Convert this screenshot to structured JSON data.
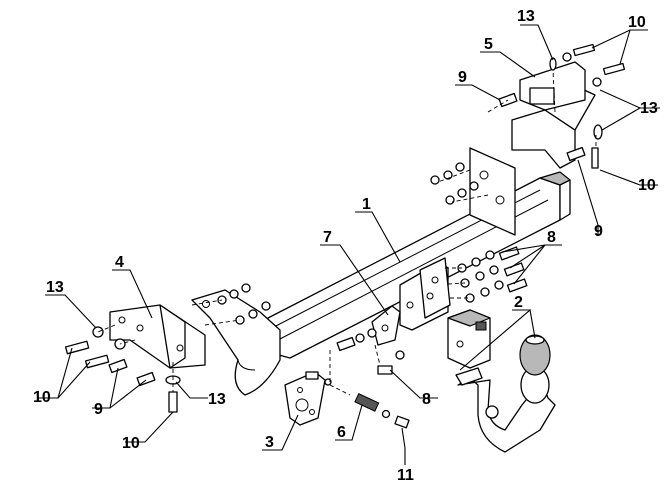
{
  "callouts": [
    {
      "id": "c1",
      "label": "1"
    },
    {
      "id": "c2",
      "label": "2"
    },
    {
      "id": "c3",
      "label": "3"
    },
    {
      "id": "c4",
      "label": "4"
    },
    {
      "id": "c5",
      "label": "5"
    },
    {
      "id": "c6",
      "label": "6"
    },
    {
      "id": "c7",
      "label": "7"
    },
    {
      "id": "c8a",
      "label": "8"
    },
    {
      "id": "c8b",
      "label": "8"
    },
    {
      "id": "c9a",
      "label": "9"
    },
    {
      "id": "c9b",
      "label": "9"
    },
    {
      "id": "c9c",
      "label": "9"
    },
    {
      "id": "c10a",
      "label": "10"
    },
    {
      "id": "c10b",
      "label": "10"
    },
    {
      "id": "c10c",
      "label": "10"
    },
    {
      "id": "c10d",
      "label": "10"
    },
    {
      "id": "c11",
      "label": "11"
    },
    {
      "id": "c13a",
      "label": "13"
    },
    {
      "id": "c13b",
      "label": "13"
    },
    {
      "id": "c13c",
      "label": "13"
    },
    {
      "id": "c13d",
      "label": "13"
    }
  ]
}
